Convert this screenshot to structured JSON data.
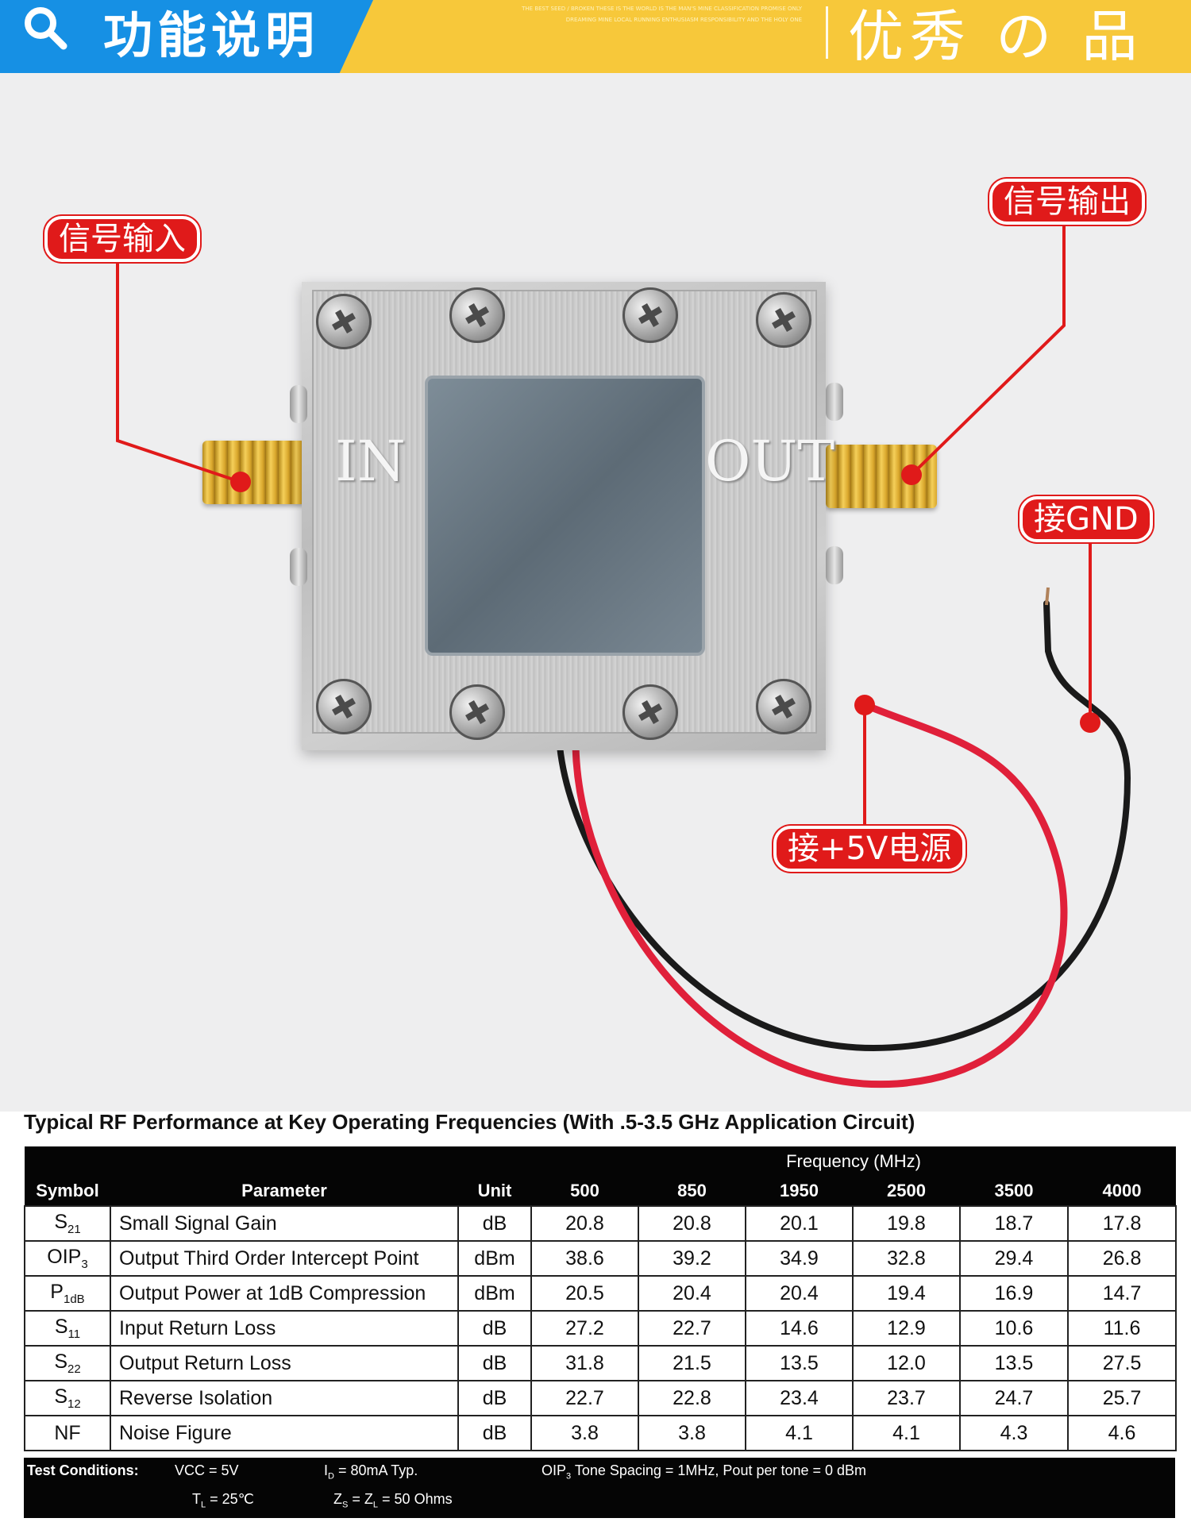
{
  "header": {
    "title": "功能说明",
    "small_text": "THE BEST SEED / BROKEN THESE IS THE WORLD IS THE MAN'S MINE CLASSIFICATION PROMISE ONLY DREAMING MINE LOCAL RUNNING ENTHUSIASM RESPONSIBILITY AND THE HOLY ONE",
    "quality_text": "优秀 の 品质",
    "colors": {
      "blue": "#1690e4",
      "yellow": "#f7c83a"
    }
  },
  "photo": {
    "engrave_in": "IN",
    "engrave_out": "OUT",
    "labels": {
      "signal_in": "信号输入",
      "signal_out": "信号输出",
      "gnd": "接GND",
      "power": "接+5V电源"
    },
    "callout_color": "#e01a1a"
  },
  "table": {
    "title": "Typical RF Performance at Key Operating Frequencies (With .5-3.5 GHz Application Circuit)",
    "frequency_header": "Frequency (MHz)",
    "columns": {
      "symbol": "Symbol",
      "parameter": "Parameter",
      "unit": "Unit",
      "frequencies": [
        "500",
        "850",
        "1950",
        "2500",
        "3500",
        "4000"
      ]
    },
    "rows": [
      {
        "sym": "S",
        "sub": "21",
        "param": "Small Signal Gain",
        "unit": "dB",
        "values": [
          "20.8",
          "20.8",
          "20.1",
          "19.8",
          "18.7",
          "17.8"
        ]
      },
      {
        "sym": "OIP",
        "sub": "3",
        "param": "Output Third Order Intercept Point",
        "unit": "dBm",
        "values": [
          "38.6",
          "39.2",
          "34.9",
          "32.8",
          "29.4",
          "26.8"
        ]
      },
      {
        "sym": "P",
        "sub": "1dB",
        "param": "Output Power at 1dB Compression",
        "unit": "dBm",
        "values": [
          "20.5",
          "20.4",
          "20.4",
          "19.4",
          "16.9",
          "14.7"
        ]
      },
      {
        "sym": "S",
        "sub": "11",
        "param": "Input Return Loss",
        "unit": "dB",
        "values": [
          "27.2",
          "22.7",
          "14.6",
          "12.9",
          "10.6",
          "11.6"
        ]
      },
      {
        "sym": "S",
        "sub": "22",
        "param": "Output Return Loss",
        "unit": "dB",
        "values": [
          "31.8",
          "21.5",
          "13.5",
          "12.0",
          "13.5",
          "27.5"
        ]
      },
      {
        "sym": "S",
        "sub": "12",
        "param": "Reverse Isolation",
        "unit": "dB",
        "values": [
          "22.7",
          "22.8",
          "23.4",
          "23.7",
          "24.7",
          "25.7"
        ]
      },
      {
        "sym": "NF",
        "sub": "",
        "param": "Noise Figure",
        "unit": "dB",
        "values": [
          "3.8",
          "3.8",
          "4.1",
          "4.1",
          "4.3",
          "4.6"
        ]
      }
    ],
    "conditions": {
      "label": "Test Conditions:",
      "vcc": "VCC = 5V",
      "id": "= 80mA Typ.",
      "id_sym": "I",
      "id_sub": "D",
      "oip_sym": "OIP",
      "oip_sub": "3",
      "oip_text": "Tone Spacing = 1MHz, Pout per tone = 0 dBm",
      "tl_sym": "T",
      "tl_sub": "L",
      "tl_text": "= 25℃",
      "zs_sym": "Z",
      "zs_sub": "S",
      "zl_sym": "Z",
      "zl_sub": "L",
      "z_eq": "=",
      "z_text": "= 50 Ohms"
    }
  }
}
